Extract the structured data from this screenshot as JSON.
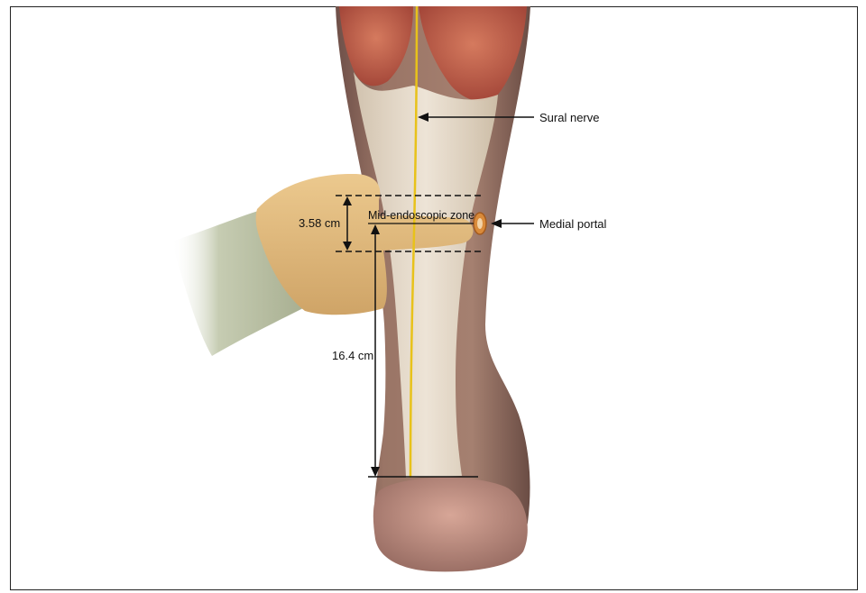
{
  "labels": {
    "sural_nerve": "Sural nerve",
    "medial_portal": "Medial portal",
    "mid_zone": "Mid-endoscopic zone",
    "zone_width": "3.58 cm",
    "distance_to_heel": "16.4 cm"
  },
  "colors": {
    "nerve": "#e8c21a",
    "muscle": "#c4614a",
    "tendon": "#efe6d6",
    "skin": "#8f6b5f",
    "glove": "#e0b97e",
    "sleeve": "#b8c0a4",
    "portal": "#d98a3a"
  }
}
